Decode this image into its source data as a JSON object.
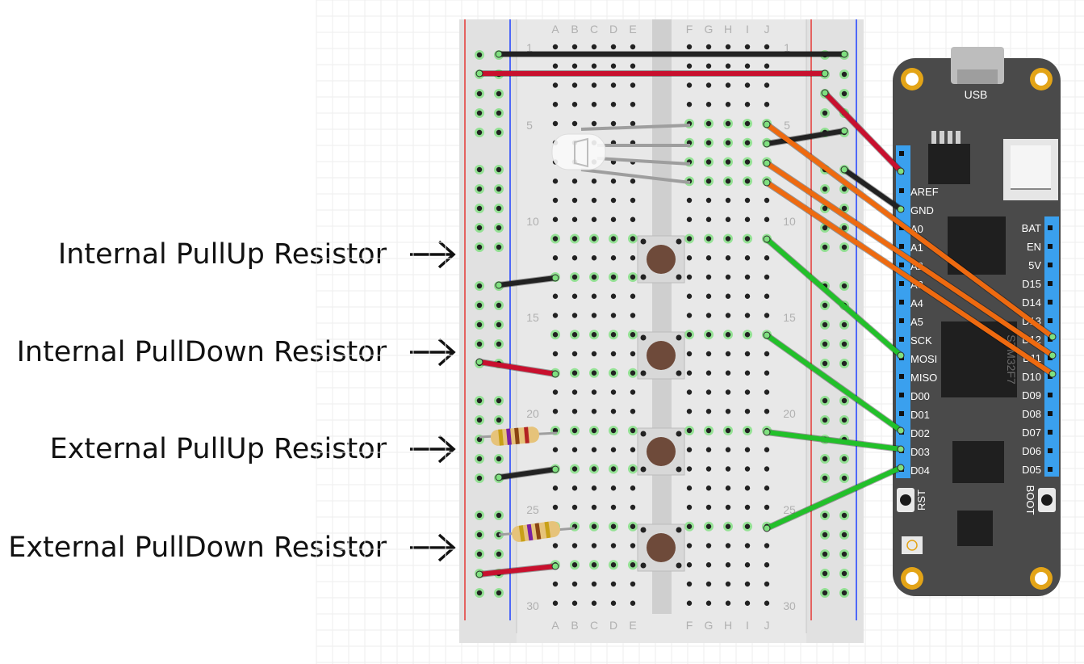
{
  "labels": [
    {
      "key": "internal_pullup",
      "text": "Internal PullUp Resistor"
    },
    {
      "key": "internal_pulldown",
      "text": "Internal PullDown Resistor"
    },
    {
      "key": "external_pullup",
      "text": "External PullUp Resistor"
    },
    {
      "key": "external_pulldown",
      "text": "External PullDown Resistor"
    }
  ],
  "breadboard": {
    "columns_left": [
      "A",
      "B",
      "C",
      "D",
      "E"
    ],
    "columns_right": [
      "F",
      "G",
      "H",
      "I",
      "J"
    ],
    "row_numbers": [
      "1",
      "5",
      "10",
      "15",
      "20",
      "25",
      "30"
    ]
  },
  "board": {
    "usb_label": "USB",
    "chip_label": "STM32F7",
    "left_pins": [
      "AREF",
      "GND",
      "A0",
      "A1",
      "A2",
      "A3",
      "A4",
      "A5",
      "SCK",
      "MOSI",
      "MISO",
      "D00",
      "D01",
      "D02",
      "D03",
      "D04"
    ],
    "right_pins": [
      "BAT",
      "EN",
      "5V",
      "D15",
      "D14",
      "D13",
      "D12",
      "D11",
      "D10",
      "D09",
      "D08",
      "D07",
      "D06",
      "D05"
    ],
    "rst_label": "RST",
    "boot_label": "BOOT"
  },
  "colors": {
    "black_wire": "#222222",
    "red_wire": "#c8102e",
    "orange_wire": "#ee6a10",
    "green_wire": "#22c02a",
    "board_body": "#4a4a4a",
    "pin_header": "#3aa0ee",
    "breadboard": "#e1e1e1",
    "rail_red": "#e53935",
    "rail_blue": "#1e40ff"
  }
}
